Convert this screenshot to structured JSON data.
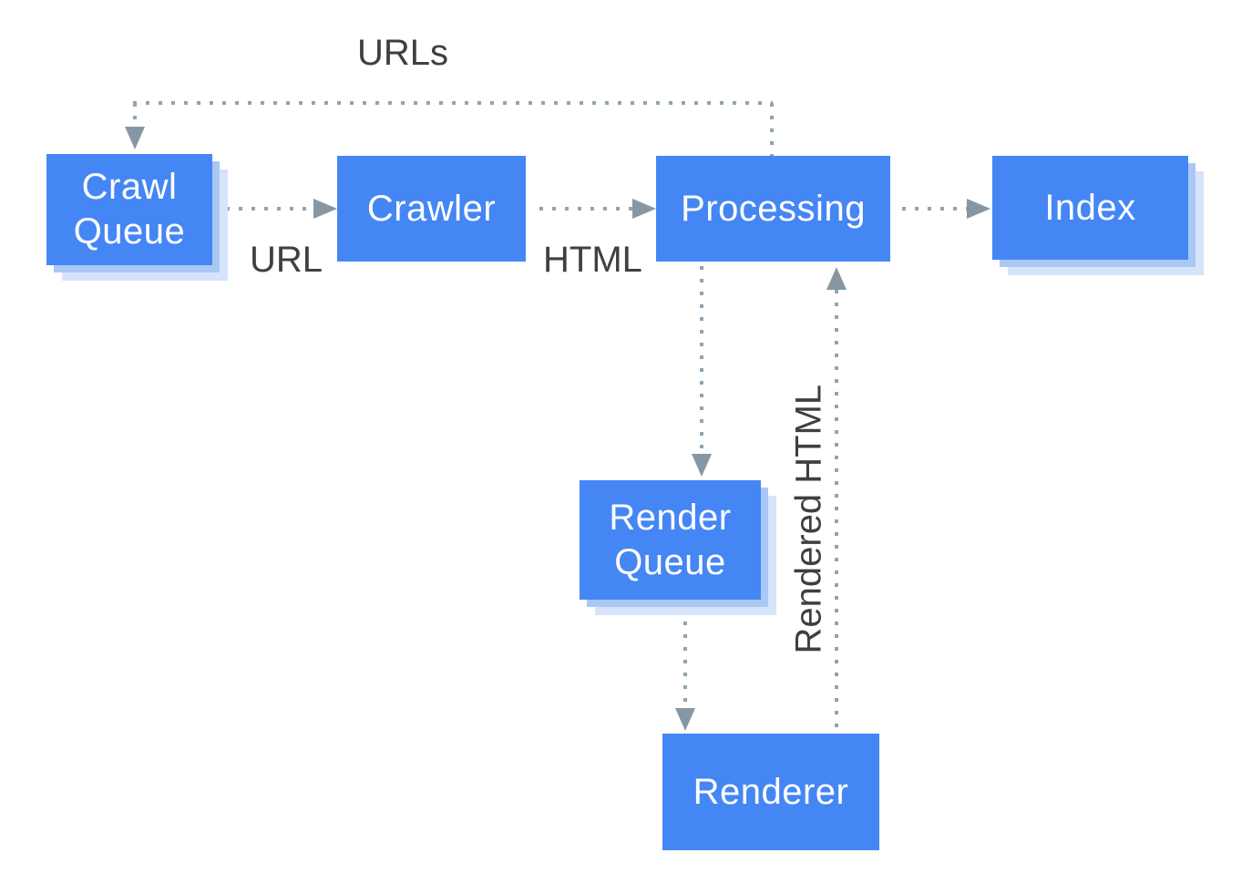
{
  "colors": {
    "node_fill": "#4586F5",
    "node_text": "#FFFFFF",
    "shadow_inner": "#A9C8F4",
    "shadow_outer": "#D6E4FB",
    "line": "#8FA4B1",
    "arrowhead": "#8697A3",
    "label_text": "#3C4043"
  },
  "nodes": {
    "crawl_queue": {
      "label": "Crawl Queue",
      "shadowed": true
    },
    "crawler": {
      "label": "Crawler",
      "shadowed": false
    },
    "processing": {
      "label": "Processing",
      "shadowed": false
    },
    "index": {
      "label": "Index",
      "shadowed": true
    },
    "render_queue": {
      "label": "Render Queue",
      "shadowed": true
    },
    "renderer": {
      "label": "Renderer",
      "shadowed": false
    }
  },
  "edge_labels": {
    "urls": "URLs",
    "url": "URL",
    "html": "HTML",
    "rendered_html": "Rendered HTML"
  },
  "edges": [
    {
      "from": "processing",
      "to": "crawl_queue",
      "label": "URLs",
      "style": "dotted"
    },
    {
      "from": "crawl_queue",
      "to": "crawler",
      "label": "URL",
      "style": "dotted"
    },
    {
      "from": "crawler",
      "to": "processing",
      "label": "HTML",
      "style": "dotted"
    },
    {
      "from": "processing",
      "to": "index",
      "label": "",
      "style": "dotted"
    },
    {
      "from": "processing",
      "to": "render_queue",
      "label": "",
      "style": "dotted"
    },
    {
      "from": "render_queue",
      "to": "renderer",
      "label": "",
      "style": "dotted"
    },
    {
      "from": "renderer",
      "to": "processing",
      "label": "Rendered HTML",
      "style": "dotted"
    }
  ]
}
